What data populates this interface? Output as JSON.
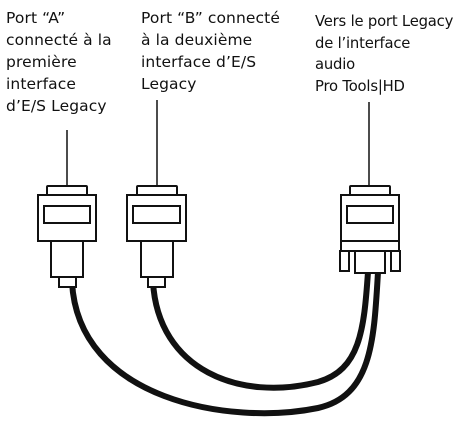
{
  "labels": {
    "port_a": "Port “A”\nconnecté à la\npremière\ninterface\nd’E/S Legacy",
    "port_b": "Port “B” connecté\nà la deuxième\ninterface d’E/S\nLegacy",
    "legacy_port": "Vers le port Legacy\nde l’interface\naudio\nPro Tools|HD"
  },
  "colors": {
    "line": "#111111",
    "connector_fill": "#ffffff"
  }
}
